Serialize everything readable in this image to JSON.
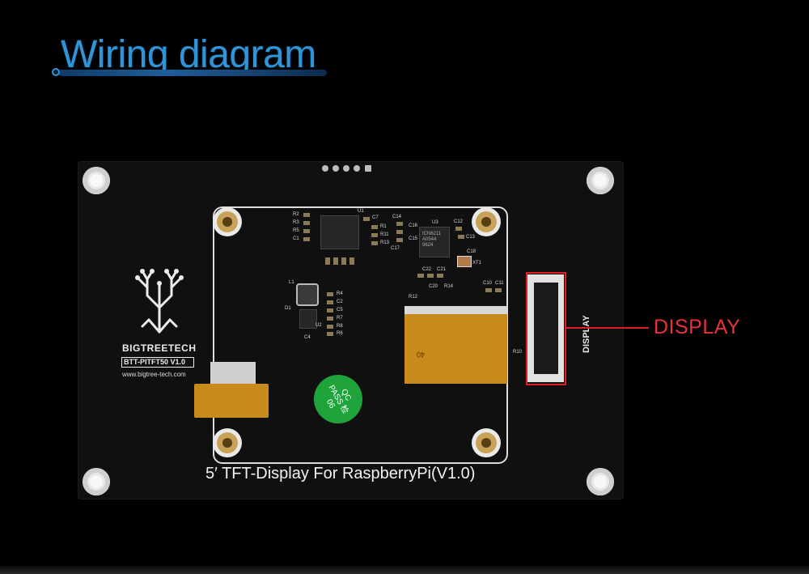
{
  "heading": {
    "title": "Wiring diagram"
  },
  "board": {
    "brand": "BIGTREETECH",
    "model": "BTT-PITFT50 V1.0",
    "website": "www.bigtree-tech.com",
    "caption": "5′  TFT-Display For RaspberryPi(V1.0)",
    "silk_display": "DISPLAY",
    "qc_badge": "QC PASS 检06",
    "flex_marking": "40",
    "components": {
      "u1": "U1",
      "u3": "U3",
      "l1": "L1",
      "d1": "D1",
      "u2": "U2",
      "xt1": "XT1",
      "r10": "R10",
      "c4": "C4",
      "left_resistors": [
        "R2",
        "R3",
        "R5",
        "C1"
      ],
      "right_of_u1": [
        "C7",
        "R1",
        "R11",
        "R13"
      ],
      "cap_labels": [
        "C14",
        "C16",
        "C15",
        "C17",
        "C12",
        "C13",
        "C18",
        "C22",
        "C21",
        "C20",
        "R14",
        "R12",
        "C10",
        "C11"
      ],
      "mid_labels": [
        "R4",
        "C2",
        "C5",
        "R7",
        "R8",
        "R6"
      ]
    },
    "ic_marking_u3": "ICN6211 A0544 9624"
  },
  "callout": {
    "label": "DISPLAY",
    "color": "#e8323a"
  },
  "colors": {
    "heading_blue": "#2f95d8",
    "qc_green": "#1fa43c",
    "flex_orange": "#c98a1c",
    "callout_red": "#e01e24"
  }
}
